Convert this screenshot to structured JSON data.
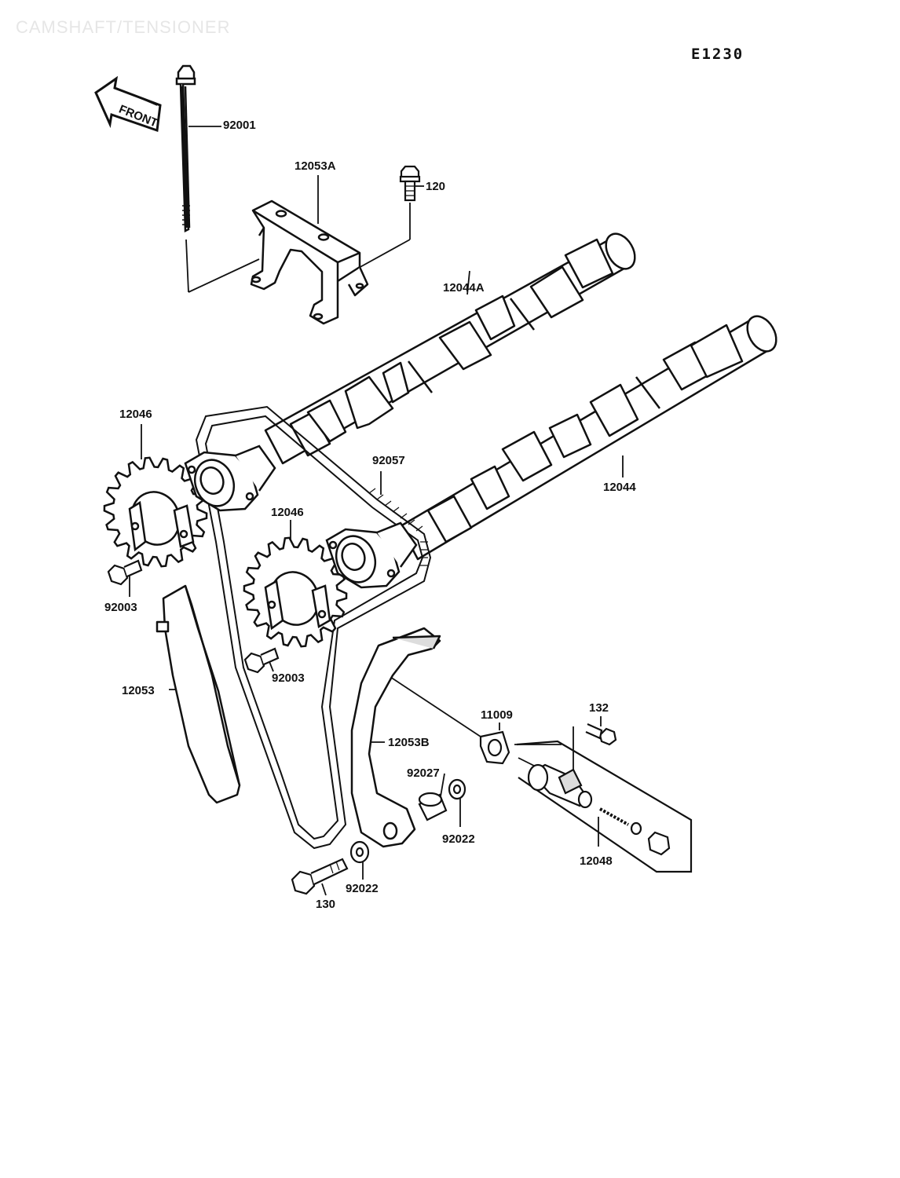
{
  "watermark": "CAMSHAFT/TENSIONER",
  "diagram_code": "E1230",
  "front_label": "FRONT",
  "parts": [
    {
      "id": "p92001",
      "number": "92001"
    },
    {
      "id": "p12053A",
      "number": "12053A"
    },
    {
      "id": "p120",
      "number": "120"
    },
    {
      "id": "p12044A",
      "number": "12044A"
    },
    {
      "id": "p12046a",
      "number": "12046"
    },
    {
      "id": "p92057",
      "number": "92057"
    },
    {
      "id": "p12044",
      "number": "12044"
    },
    {
      "id": "p12046b",
      "number": "12046"
    },
    {
      "id": "p92003a",
      "number": "92003"
    },
    {
      "id": "p92003b",
      "number": "92003"
    },
    {
      "id": "p12053",
      "number": "12053"
    },
    {
      "id": "p11009",
      "number": "11009"
    },
    {
      "id": "p132",
      "number": "132"
    },
    {
      "id": "p12053B",
      "number": "12053B"
    },
    {
      "id": "p92027",
      "number": "92027"
    },
    {
      "id": "p92022a",
      "number": "92022"
    },
    {
      "id": "p12048",
      "number": "12048"
    },
    {
      "id": "p92022b",
      "number": "92022"
    },
    {
      "id": "p130",
      "number": "130"
    }
  ]
}
